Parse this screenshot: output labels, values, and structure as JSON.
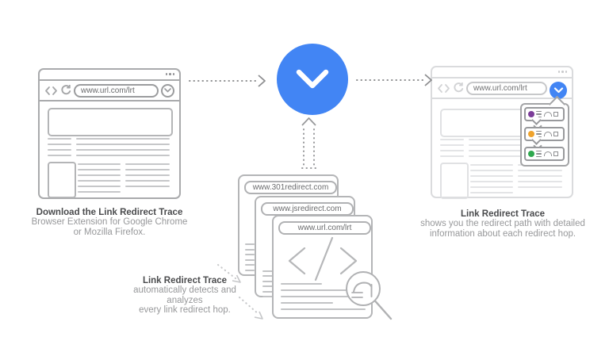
{
  "colors": {
    "accent_blue": "#4285f4",
    "hop_purple": "#7c3d99",
    "hop_orange": "#efa32d",
    "hop_green": "#2fa84e"
  },
  "left_browser": {
    "url": "www.url.com/lrt"
  },
  "right_browser": {
    "url": "www.url.com/lrt"
  },
  "redirect_stack": {
    "windows": [
      {
        "url": "www.301redirect.com"
      },
      {
        "url": "www.jsredirect.com"
      },
      {
        "url": "www.url.com/lrt"
      }
    ]
  },
  "extension_popup": {
    "hops": [
      {
        "status_color": "#7c3d99"
      },
      {
        "status_color": "#efa32d"
      },
      {
        "status_color": "#2fa84e"
      }
    ]
  },
  "captions": {
    "left": {
      "title": "Download the Link Redirect Trace",
      "line1": "Browser Extension for Google Chrome",
      "line2": "or Mozilla Firefox."
    },
    "middle": {
      "title": "Link Redirect Trace",
      "line1": "automatically detects and analyzes",
      "line2": "every link redirect hop."
    },
    "right": {
      "title": "Link Redirect Trace",
      "line1": "shows you the redirect path with detailed",
      "line2": "information about each redirect hop."
    }
  }
}
